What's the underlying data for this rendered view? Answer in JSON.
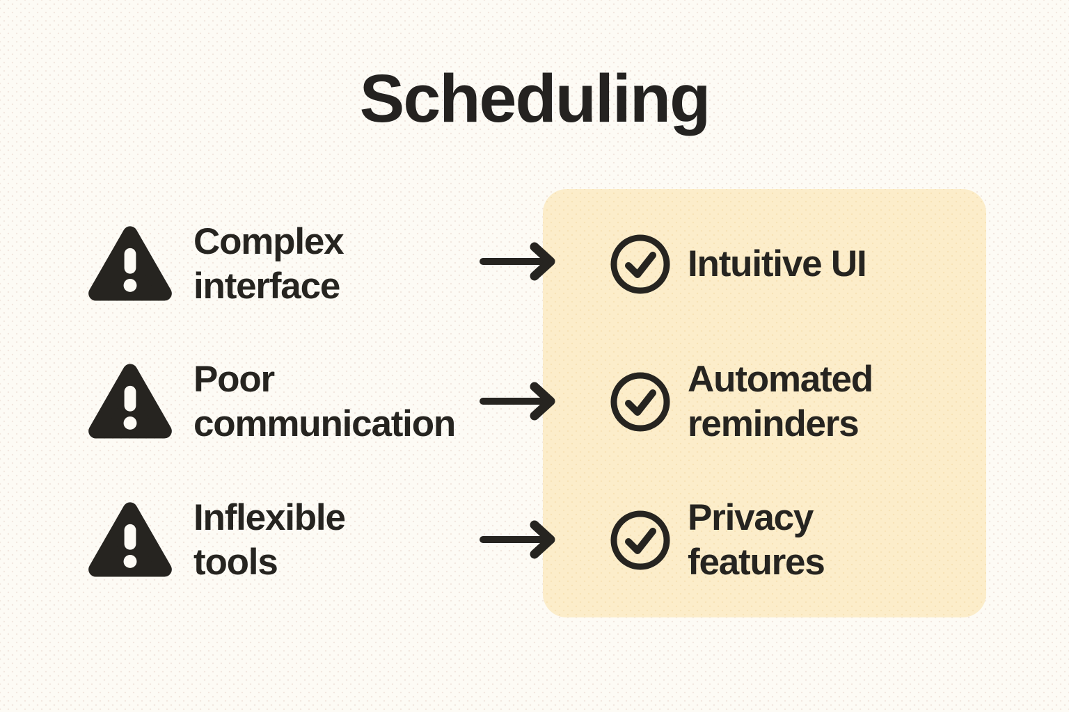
{
  "title": "Scheduling",
  "colors": {
    "background": "#fdfbf5",
    "panel": "#fcedca",
    "ink": "#262420"
  },
  "rows": [
    {
      "problem": "Complex\ninterface",
      "solution": "Intuitive UI"
    },
    {
      "problem": "Poor\ncommunication",
      "solution": "Automated\nreminders"
    },
    {
      "problem": "Inflexible\ntools",
      "solution": "Privacy\nfeatures"
    }
  ],
  "icons": {
    "problem": "warning-triangle-icon",
    "connector": "arrow-right-icon",
    "solution": "check-circle-icon"
  }
}
